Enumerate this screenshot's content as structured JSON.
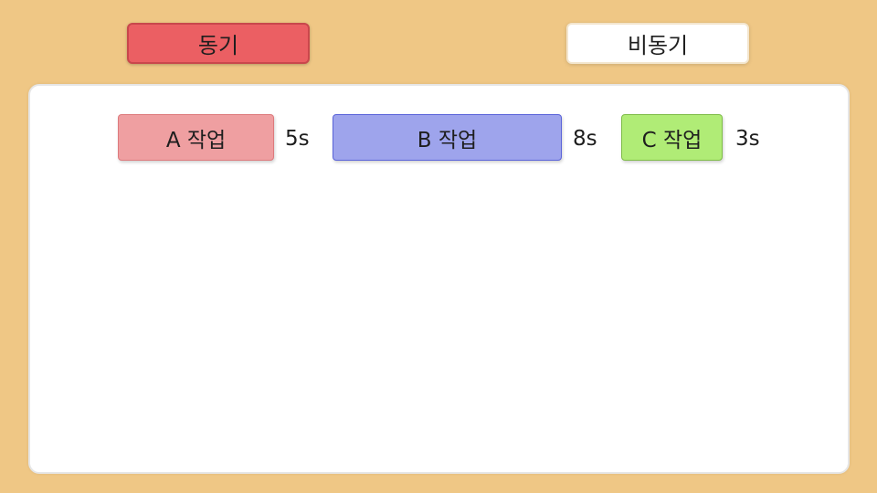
{
  "mode_buttons": {
    "sync_label": "동기",
    "async_label": "비동기"
  },
  "tasks": [
    {
      "label": "A 작업",
      "duration": "5s",
      "color": "#ef9fa1"
    },
    {
      "label": "B 작업",
      "duration": "8s",
      "color": "#9ea4ec"
    },
    {
      "label": "C 작업",
      "duration": "3s",
      "color": "#b0ec76"
    }
  ],
  "colors": {
    "background": "#efc785",
    "active_mode": "#eb5f63",
    "panel": "#ffffff"
  }
}
